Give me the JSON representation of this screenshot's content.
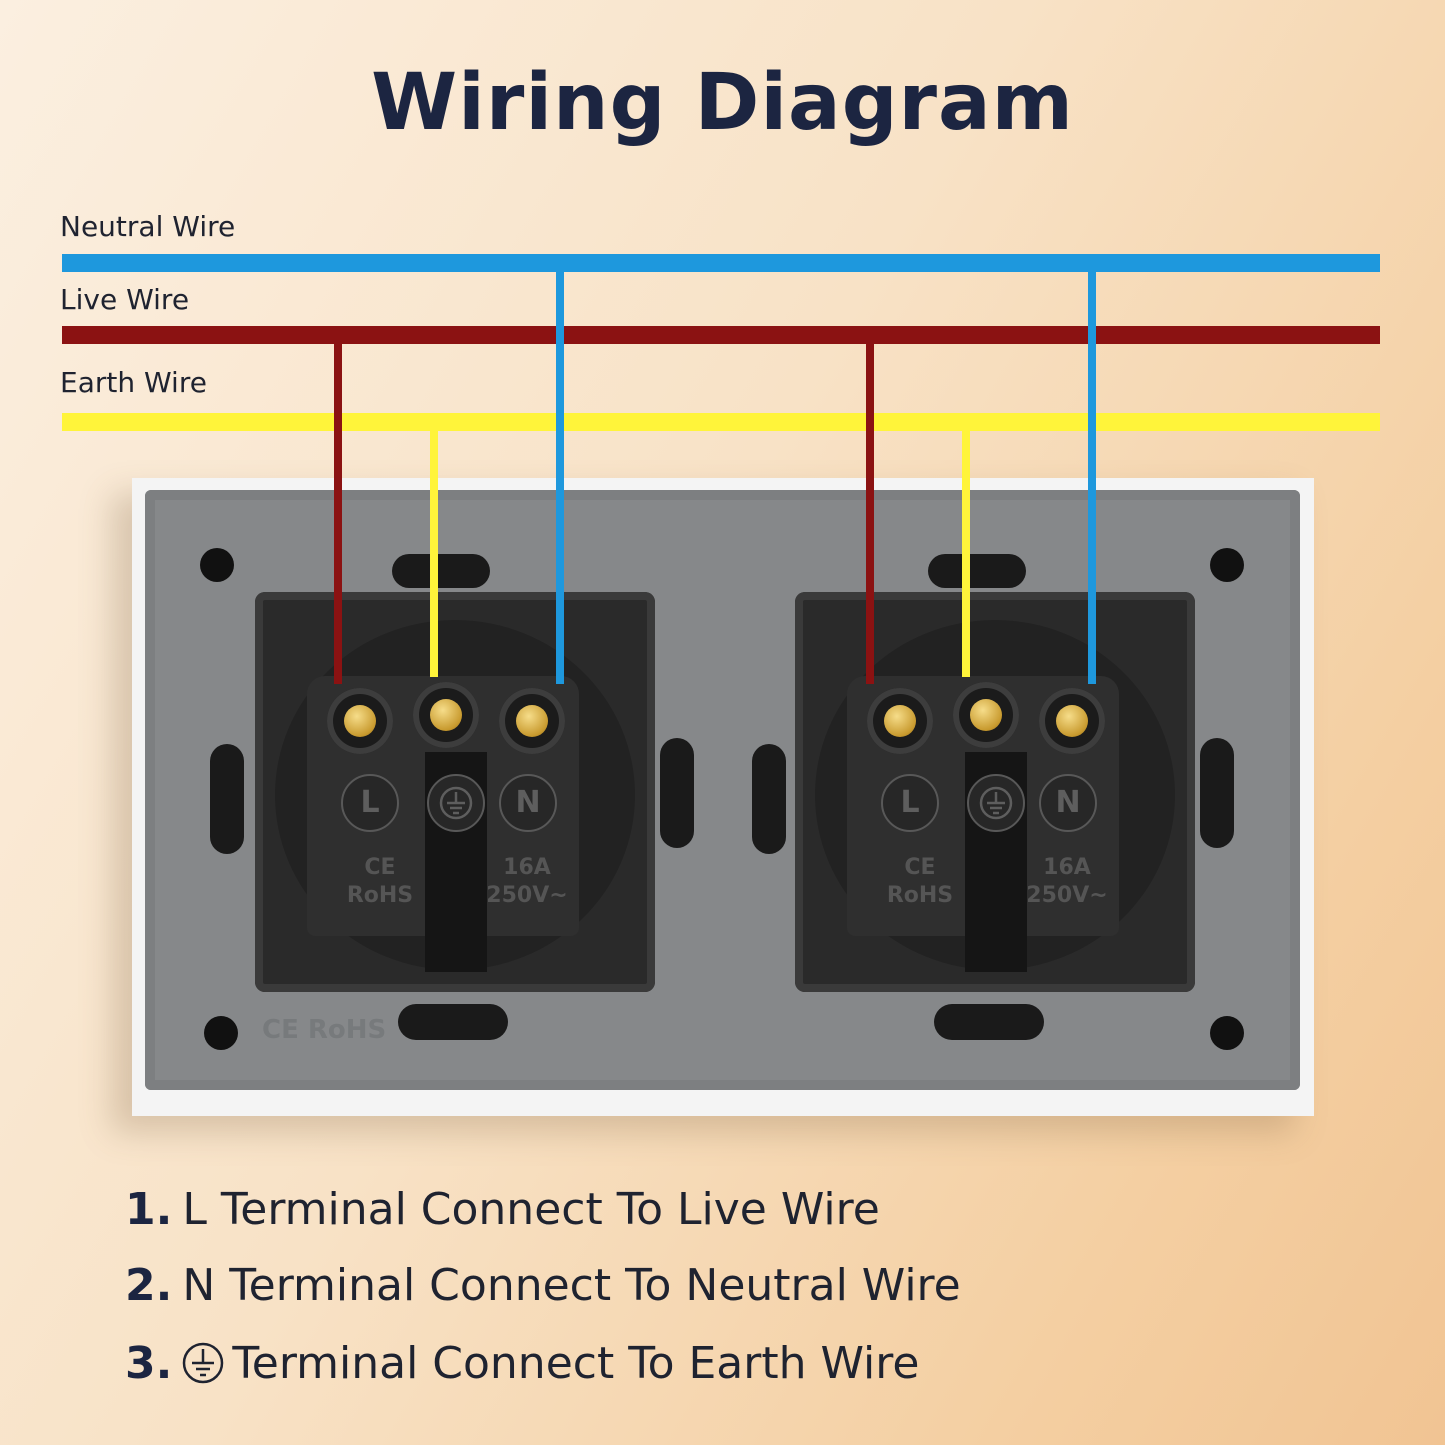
{
  "title": "Wiring Diagram",
  "wires": [
    {
      "label": "Neutral Wire",
      "color": "#1e98dd"
    },
    {
      "label": "Live Wire",
      "color": "#8b1212"
    },
    {
      "label": "Earth Wire",
      "color": "#fff43a"
    }
  ],
  "sockets": [
    {
      "terminals": {
        "live": "L",
        "neutral": "N",
        "earth": "earth-symbol"
      },
      "mark_left": [
        "CE",
        "RoHS"
      ],
      "mark_right": [
        "16A",
        "250V~"
      ]
    },
    {
      "terminals": {
        "live": "L",
        "neutral": "N",
        "earth": "earth-symbol"
      },
      "mark_left": [
        "CE",
        "RoHS"
      ],
      "mark_right": [
        "16A",
        "250V~"
      ]
    }
  ],
  "plate_mark": "CE RoHS",
  "instructions": [
    {
      "num": "1.",
      "text": "L Terminal Connect To Live Wire"
    },
    {
      "num": "2.",
      "text": "N Terminal Connect To Neutral Wire"
    },
    {
      "num": "3.",
      "icon": "earth-ground-icon",
      "text": "Terminal Connect To Earth Wire"
    }
  ]
}
